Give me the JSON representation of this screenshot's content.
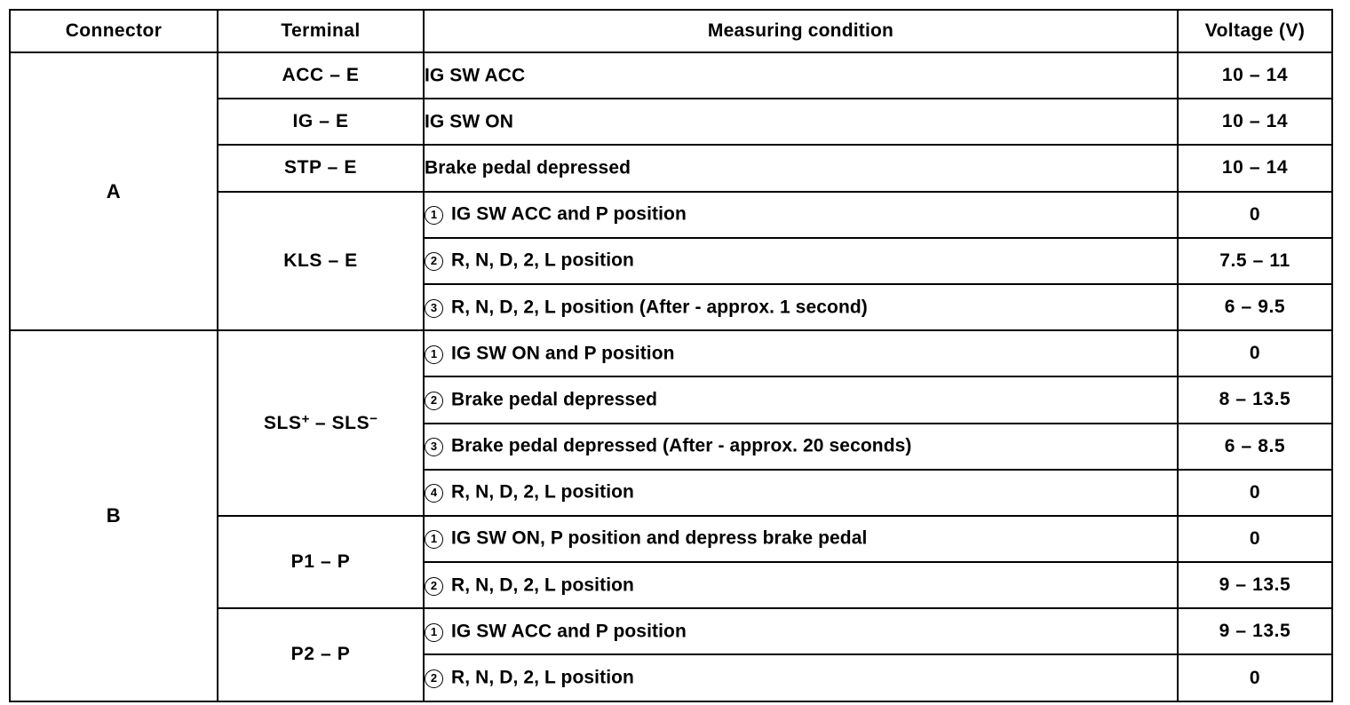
{
  "table": {
    "headers": {
      "connector": "Connector",
      "terminal": "Terminal",
      "condition": "Measuring condition",
      "voltage": "Voltage (V)"
    },
    "connectors": [
      {
        "label": "A",
        "terminal_groups": 4,
        "row_span": 6
      },
      {
        "label": "B",
        "terminal_groups": 3,
        "row_span": 8
      }
    ],
    "rows": [
      {
        "connector": "A",
        "terminal": "ACC – E",
        "terminal_rowspan": 1,
        "marker": "",
        "condition": "IG SW ACC",
        "voltage": "10 – 14"
      },
      {
        "connector": "A",
        "terminal": "IG – E",
        "terminal_rowspan": 1,
        "marker": "",
        "condition": "IG SW ON",
        "voltage": "10 – 14"
      },
      {
        "connector": "A",
        "terminal": "STP – E",
        "terminal_rowspan": 1,
        "marker": "",
        "condition": "Brake pedal depressed",
        "voltage": "10 – 14"
      },
      {
        "connector": "A",
        "terminal": "KLS – E",
        "terminal_rowspan": 3,
        "marker": "1",
        "condition": "IG SW ACC and P position",
        "voltage": "0"
      },
      {
        "connector": "A",
        "terminal": "",
        "terminal_rowspan": 0,
        "marker": "2",
        "condition": "R, N, D, 2, L position",
        "voltage": "7.5 – 11"
      },
      {
        "connector": "A",
        "terminal": "",
        "terminal_rowspan": 0,
        "marker": "3",
        "condition": "R, N, D, 2, L position (After - approx. 1 second)",
        "voltage": "6 – 9.5"
      },
      {
        "connector": "B",
        "terminal": "SLS+ – SLS−",
        "terminal_rowspan": 4,
        "marker": "1",
        "condition": "IG SW ON and P position",
        "voltage": "0"
      },
      {
        "connector": "B",
        "terminal": "",
        "terminal_rowspan": 0,
        "marker": "2",
        "condition": "Brake pedal depressed",
        "voltage": "8 – 13.5"
      },
      {
        "connector": "B",
        "terminal": "",
        "terminal_rowspan": 0,
        "marker": "3",
        "condition": "Brake pedal depressed (After - approx. 20 seconds)",
        "voltage": "6 – 8.5"
      },
      {
        "connector": "B",
        "terminal": "",
        "terminal_rowspan": 0,
        "marker": "4",
        "condition": "R, N, D, 2, L position",
        "voltage": "0"
      },
      {
        "connector": "B",
        "terminal": "P1 – P",
        "terminal_rowspan": 2,
        "marker": "1",
        "condition": "IG SW ON, P position and depress brake pedal",
        "voltage": "0"
      },
      {
        "connector": "B",
        "terminal": "",
        "terminal_rowspan": 0,
        "marker": "2",
        "condition": "R, N, D, 2, L position",
        "voltage": "9 – 13.5"
      },
      {
        "connector": "B",
        "terminal": "P2 – P",
        "terminal_rowspan": 2,
        "marker": "1",
        "condition": "IG SW ACC and P position",
        "voltage": "9 – 13.5"
      },
      {
        "connector": "B",
        "terminal": "",
        "terminal_rowspan": 0,
        "marker": "2",
        "condition": "R, N, D, 2, L position",
        "voltage": "0"
      }
    ]
  },
  "colors": {
    "border": "#000000",
    "text": "#000000",
    "background": "#ffffff"
  }
}
